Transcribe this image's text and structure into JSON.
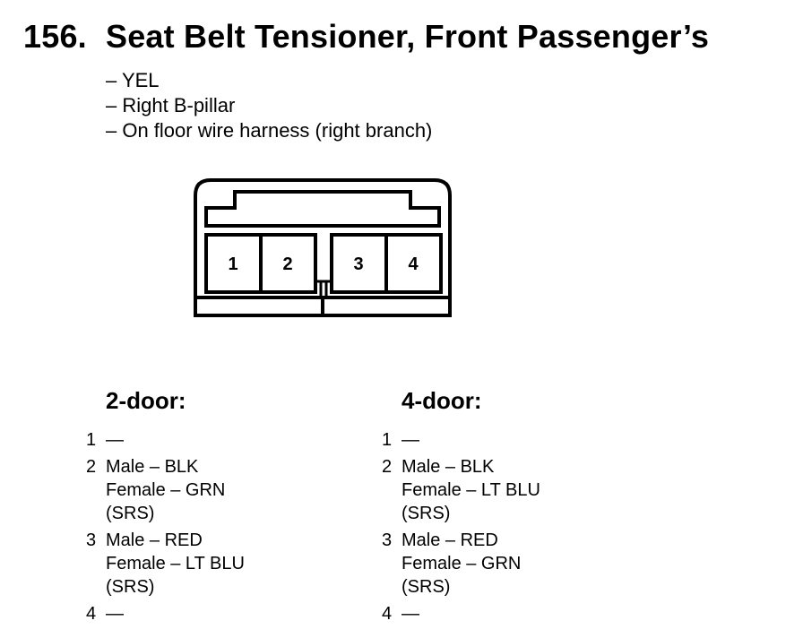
{
  "header": {
    "number": "156.",
    "title": "Seat Belt Tensioner, Front Passenger’s"
  },
  "notes": [
    "– YEL",
    "– Right B-pillar",
    "– On floor wire harness (right branch)"
  ],
  "connector": {
    "pins": [
      "1",
      "2",
      "3",
      "4"
    ]
  },
  "variants": [
    {
      "heading": "2-door:",
      "pins": [
        {
          "number": "1",
          "lines": [
            "—"
          ]
        },
        {
          "number": "2",
          "lines": [
            "Male – BLK",
            "Female – GRN",
            "(SRS)"
          ]
        },
        {
          "number": "3",
          "lines": [
            "Male – RED",
            "Female – LT BLU",
            "(SRS)"
          ]
        },
        {
          "number": "4",
          "lines": [
            "—"
          ]
        }
      ]
    },
    {
      "heading": "4-door:",
      "pins": [
        {
          "number": "1",
          "lines": [
            "—"
          ]
        },
        {
          "number": "2",
          "lines": [
            "Male – BLK",
            "Female – LT BLU",
            "(SRS)"
          ]
        },
        {
          "number": "3",
          "lines": [
            "Male – RED",
            "Female – GRN",
            "(SRS)"
          ]
        },
        {
          "number": "4",
          "lines": [
            "—"
          ]
        }
      ]
    }
  ]
}
